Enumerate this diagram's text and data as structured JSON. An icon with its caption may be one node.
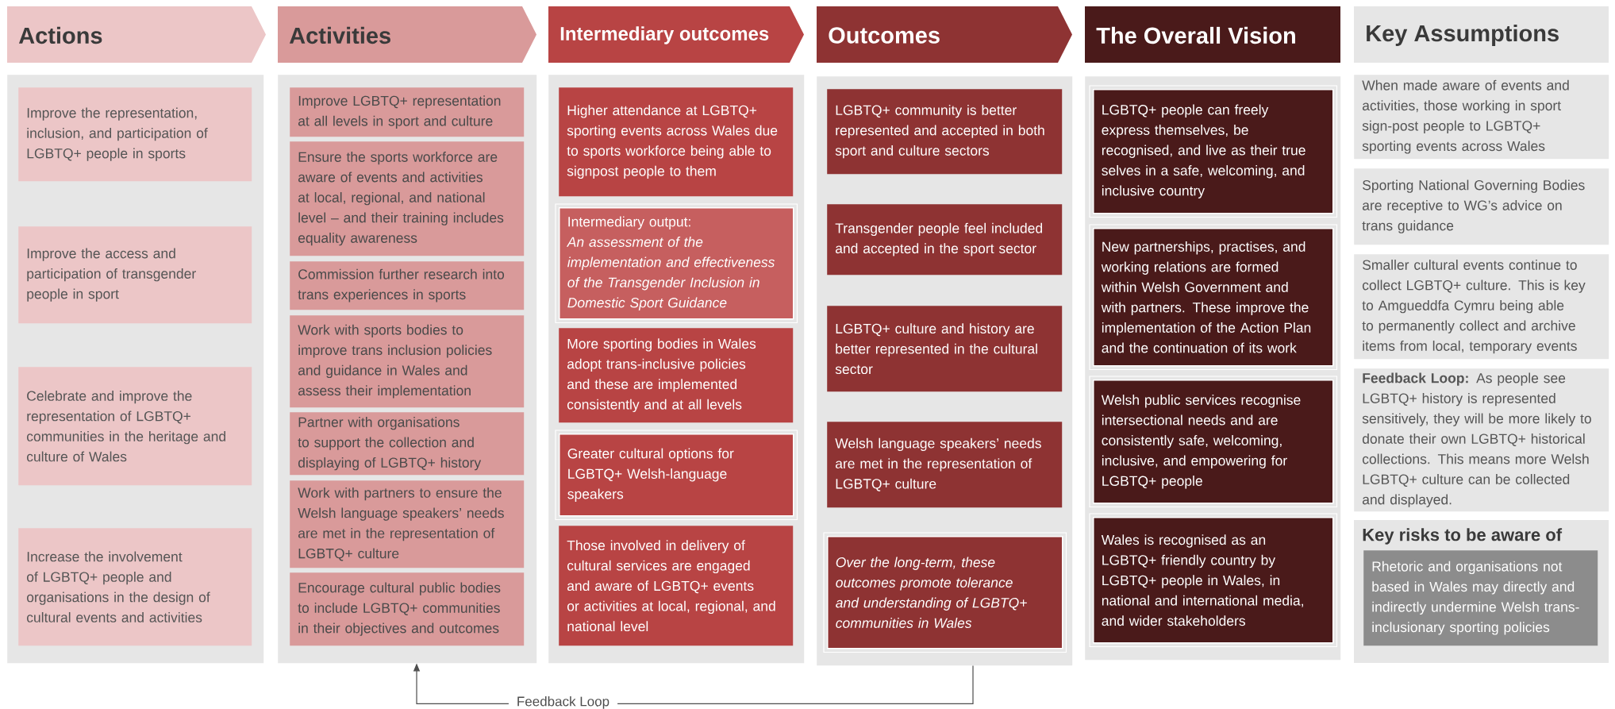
{
  "diagram": {
    "nodes": [
      {
        "text": [
          "Actions"
        ]
      },
      {
        "text": [],
        "shape": "box"
      },
      {
        "text": [
          "Improve the representation, inclusion, and participation of LGBTQ+ people in sports"
        ],
        "in": 1
      },
      {
        "text": [
          "Improve the access and participation of transgender people in sport"
        ],
        "in": 1
      },
      {
        "text": [
          "Celebrate and improve the representation of LGBTQ+ communities in the heritage and culture of Wales"
        ],
        "in": 1
      },
      {
        "text": [
          "Increase the involvement of LGBTQ+ people and organisations in the design of cultural events and activities"
        ],
        "in": 1
      },
      {
        "text": [
          "Activities"
        ]
      },
      {
        "text": [],
        "shape": "box"
      },
      {
        "text": [
          "Improve LGBTQ+ representation at all levels in sport and culture"
        ],
        "in": 7
      },
      {
        "text": [
          "Ensure the sports workforce are aware of events and activities at local, regional, and national level – and their training includes equality awareness"
        ],
        "in": 7
      },
      {
        "text": [
          "Commission further research into trans experiences in sports"
        ],
        "in": 7
      },
      {
        "text": [
          "Work with sports bodies to improve trans inclusion policies and guidance in Wales and assess their implementation"
        ],
        "in": 7
      },
      {
        "text": [
          "Partner with organisations to support the collection and displaying of LGBTQ+ history"
        ],
        "in": 7
      },
      {
        "text": [
          "Work with partners to ensure the Welsh language speakers’ needs are met in the representation of LGBTQ+ culture"
        ],
        "in": 7
      },
      {
        "text": [
          "Encourage cultural public bodies to include LGBTQ+ communities in their objectives and outcomes"
        ],
        "in": 7
      },
      {
        "text": [
          "Intermediary outcomes"
        ]
      },
      {
        "text": [],
        "shape": "box"
      },
      {
        "text": [
          "Higher attendance at LGBTQ+ sporting events across Wales due to sports workforce being able to signpost people to them"
        ],
        "in": 16
      },
      {
        "text": [
          "Intermediary output: *An assessment of the implementation and effectiveness of the Transgender Inclusion in Domestic Sport Guidance*"
        ],
        "in": 16
      },
      {
        "text": [
          "More sporting bodies in Wales adopt trans-inclusive policies and these are implemented consistently and at all levels"
        ],
        "in": 16
      },
      {
        "text": [
          "Greater cultural options for LGBTQ+ Welsh-language speakers"
        ],
        "in": 16
      },
      {
        "text": [
          "Those involved in delivery of cultural services are engaged and aware of LGBTQ+ events or activities at local, regional, and national level"
        ],
        "in": 16
      },
      {
        "text": [
          "Outcomes"
        ]
      },
      {
        "text": [],
        "shape": "box"
      },
      {
        "text": [
          "LGBTQ+ community is better represented and accepted in both sport and culture sectors"
        ],
        "in": 23
      },
      {
        "text": [
          "Transgender people feel included and accepted in the sport sector"
        ],
        "in": 23
      },
      {
        "text": [
          "LGBTQ+ culture and history are better represented in the cultural sector"
        ],
        "in": 23
      },
      {
        "text": [
          "Welsh language speakers’ needs are met in the representation of LGBTQ+ culture"
        ],
        "in": 23
      },
      {
        "text": [
          "Over the long-term, these outcomes promote tolerance and understanding of  LGBTQ+ communities in Wales"
        ],
        "in": 23
      },
      {
        "text": [
          "The Overall Vision"
        ]
      },
      {
        "text": [],
        "shape": "box"
      },
      {
        "text": [
          "LGBTQ+ people can freely express themselves, be recognised, and live as their true selves in a safe, welcoming, and inclusive country"
        ],
        "in": 30
      },
      {
        "text": [
          "New partnerships, practises, and working relations are formed within Welsh Government and with partners. These improve the implementation of the Action Plan and the continuation of its work"
        ],
        "in": 30
      },
      {
        "text": [
          "Welsh public services recognise intersectional needs and are consistently safe, welcoming, inclusive, and empowering for LGBTQ+ people"
        ],
        "in": 30
      },
      {
        "text": [
          "Wales is recognised as an LGBTQ+ friendly country by LGBTQ+ people in Wales, in national and international media, and wider stakeholders"
        ],
        "in": 30
      },
      {
        "text": [
          "Key Assumptions"
        ]
      },
      {
        "text": [
          "When made aware of events and activities, those working in sport sign-post people to LGBTQ+ sporting events across Wales"
        ]
      },
      {
        "text": [
          "Sporting National Governing Bodies are receptive to WG’s advice on trans guidance"
        ]
      },
      {
        "text": [
          "Smaller cultural events continue to collect LGBTQ+ culture. This is key to Amgueddfa Cymru being able to permanently collect and archive items from local, temporary events"
        ]
      },
      {
        "text": [
          "**Feedback Loop:** As people see LGBTQ+ history is represented sensitively, they will be more likely to donate their own LGBTQ+ historical collections. This means more Welsh LGBTQ+ culture can be collected and displayed."
        ]
      },
      {
        "text": [
          "Key risks to be aware of"
        ]
      },
      {
        "text": [
          "Rhetoric and organisations not based in Wales may directly and indirectly undermine Welsh trans-inclusionary sporting policies"
        ],
        "in": 40
      }
    ],
    "edges": [
      {
        "from": 23,
        "to": 7,
        "arrow": "to",
        "label": "Feedback Loop"
      }
    ]
  }
}
